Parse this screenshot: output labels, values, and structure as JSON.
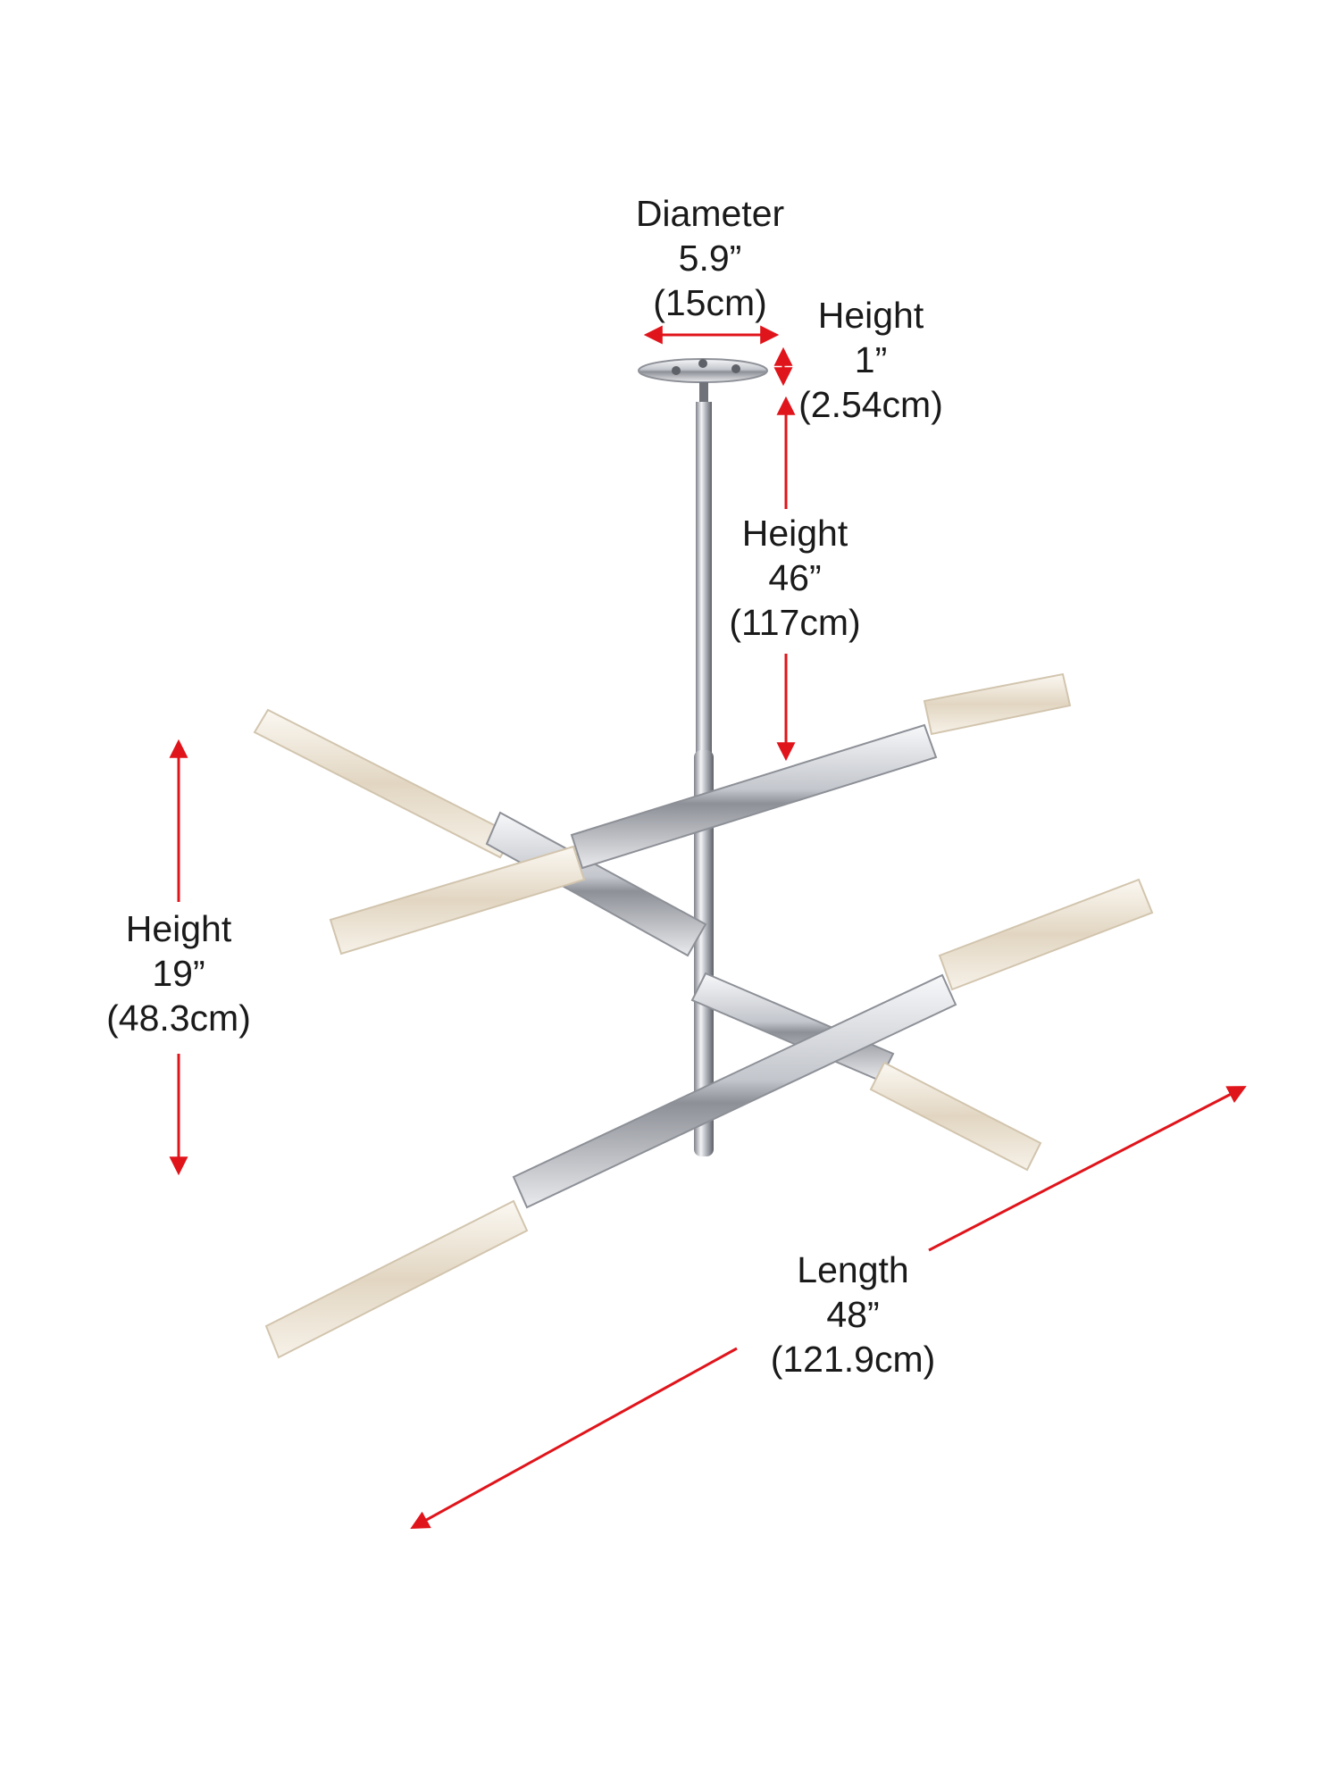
{
  "colors": {
    "arrow": "#e0141b",
    "chrome": "#c9ccd1",
    "crystal": "#efe7d8",
    "text": "#1a1a1a"
  },
  "dimensions": {
    "diameter": {
      "label": "Diameter",
      "imperial": "5.9”",
      "metric": "(15cm)"
    },
    "canopy_height": {
      "label": "Height",
      "imperial": "1”",
      "metric": "(2.54cm)"
    },
    "rod_height": {
      "label": "Height",
      "imperial": "46”",
      "metric": "(117cm)"
    },
    "fixture_height": {
      "label": "Height",
      "imperial": "19”",
      "metric": "(48.3cm)"
    },
    "length": {
      "label": "Length",
      "imperial": "48”",
      "metric": "(121.9cm)"
    }
  }
}
